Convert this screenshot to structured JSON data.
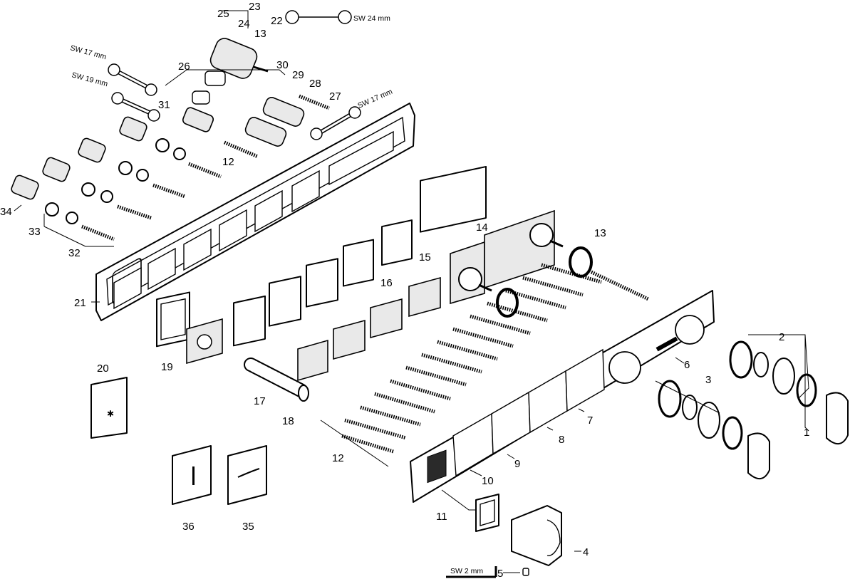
{
  "part_labels": {
    "p1": "1",
    "p2": "2",
    "p3": "3",
    "p4": "4",
    "p5": "5",
    "p6": "6",
    "p7": "7",
    "p8": "8",
    "p9": "9",
    "p10": "10",
    "p11": "11",
    "p12a": "12",
    "p12b": "12",
    "p13a": "13",
    "p13b": "13",
    "p14": "14",
    "p15": "15",
    "p16": "16",
    "p17": "17",
    "p18": "18",
    "p19": "19",
    "p20": "20",
    "p21": "21",
    "p22": "22",
    "p23": "23",
    "p24": "24",
    "p25": "25",
    "p26": "26",
    "p27": "27",
    "p28": "28",
    "p29": "29",
    "p30": "30",
    "p31": "31",
    "p32": "32",
    "p33": "33",
    "p34": "34",
    "p35": "35",
    "p36": "36"
  },
  "wrench_labels": {
    "sw24": "SW 24 mm",
    "sw17a": "SW 17 mm",
    "sw19": "SW 19 mm",
    "sw17b": "SW 17 mm",
    "sw2": "SW 2 mm"
  }
}
